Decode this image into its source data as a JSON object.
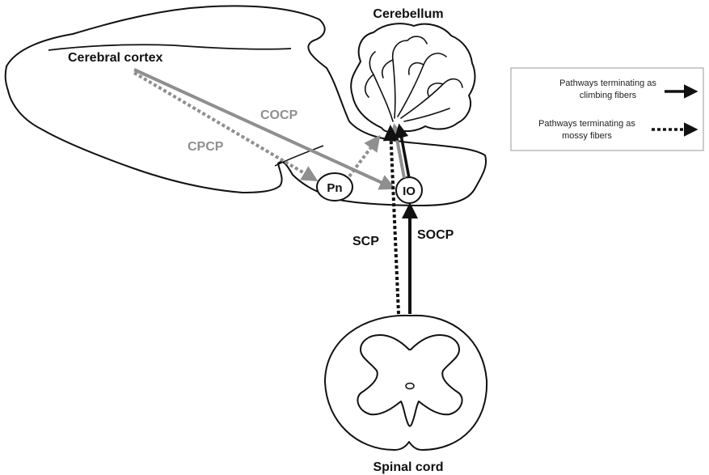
{
  "regions": {
    "cerebral_cortex": "Cerebral cortex",
    "cerebellum": "Cerebellum",
    "spinal_cord": "Spinal cord",
    "pontine_nuclei": "Pn",
    "inferior_olive": "IO"
  },
  "pathways": {
    "cocp": "COCP",
    "cpcp": "CPCP",
    "scp": "SCP",
    "socp": "SOCP"
  },
  "legend": {
    "climbing": {
      "line1": "Pathways terminating as",
      "line2": "climbing fibers",
      "style": "solid"
    },
    "mossy": {
      "line1": "Pathways terminating as",
      "line2": "mossy fibers",
      "style": "dotted"
    }
  },
  "colors": {
    "cortical_pathway": "#8f8f8f",
    "spinal_pathway": "#111111",
    "outline": "#111111"
  }
}
